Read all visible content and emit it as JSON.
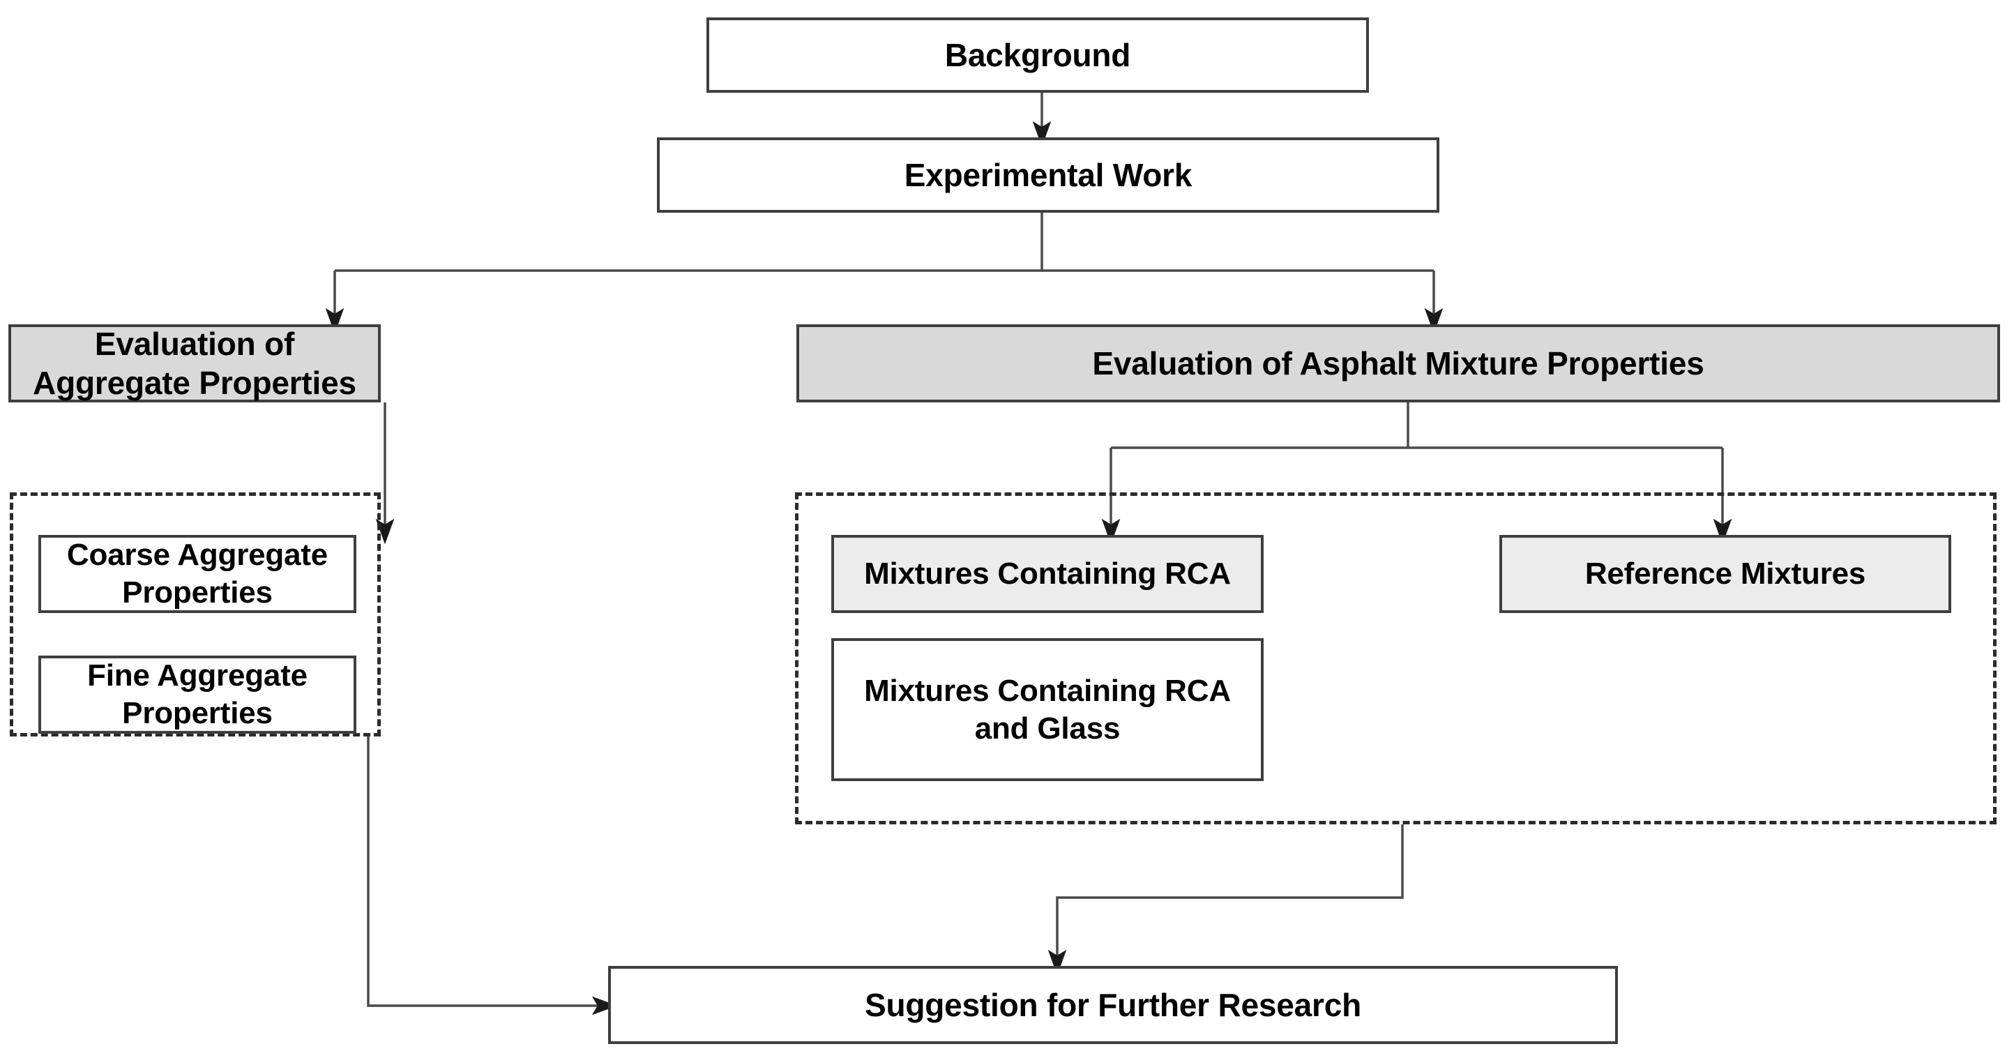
{
  "diagram": {
    "title": "Research Methodology Flowchart",
    "type": "flowchart",
    "colors": {
      "node_fill_white": "#ffffff",
      "node_fill_gray": "#d9d9d9",
      "node_fill_light_gray": "#ececec",
      "node_border": "#3f3f3f",
      "group_border": "#2b2b2b",
      "connector": "#4a4a4a",
      "text": "#000000",
      "background": "#ffffff"
    },
    "nodes": {
      "background": {
        "label": "Background"
      },
      "experimental_work": {
        "label": "Experimental Work"
      },
      "eval_aggregate": {
        "label": "Evaluation of Aggregate Properties"
      },
      "eval_asphalt": {
        "label": "Evaluation of Asphalt Mixture Properties"
      },
      "coarse_aggregate": {
        "label": "Coarse Aggregate Properties"
      },
      "fine_aggregate": {
        "label": "Fine Aggregate Properties"
      },
      "mixtures_rca": {
        "label": "Mixtures Containing RCA"
      },
      "reference_mixtures": {
        "label": "Reference Mixtures"
      },
      "mixtures_rca_glass": {
        "label": "Mixtures Containing RCA and Glass"
      },
      "suggestion": {
        "label": "Suggestion for Further Research"
      }
    },
    "groups": {
      "aggregate_group": {
        "label": ""
      },
      "mixture_group": {
        "label": ""
      }
    },
    "edges": [
      {
        "from": "background",
        "to": "experimental_work"
      },
      {
        "from": "experimental_work",
        "to": "eval_aggregate"
      },
      {
        "from": "experimental_work",
        "to": "eval_asphalt"
      },
      {
        "from": "eval_aggregate",
        "to": "coarse_aggregate"
      },
      {
        "from": "eval_asphalt",
        "to": "mixtures_rca"
      },
      {
        "from": "eval_asphalt",
        "to": "reference_mixtures"
      },
      {
        "from": "aggregate_group",
        "to": "suggestion"
      },
      {
        "from": "mixture_group",
        "to": "suggestion"
      }
    ]
  }
}
